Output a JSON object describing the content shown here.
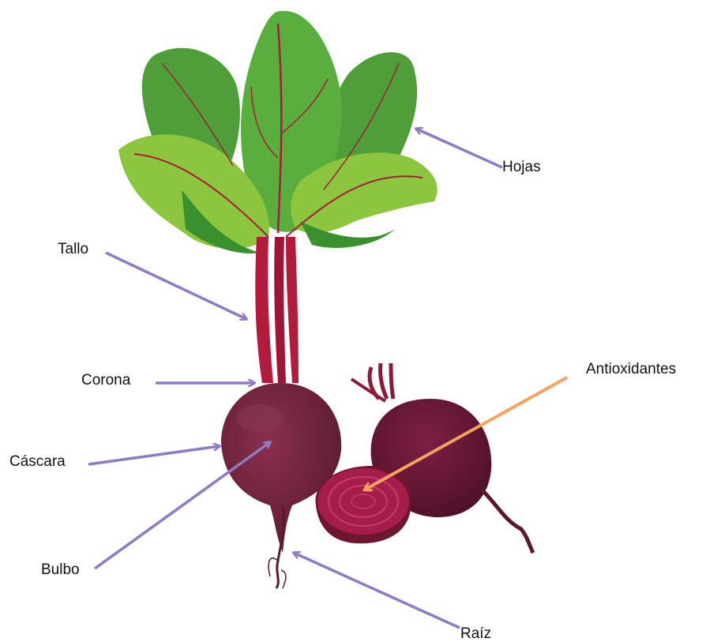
{
  "labels": {
    "hojas": "Hojas",
    "tallo": "Tallo",
    "corona": "Corona",
    "cascara": "Cáscara",
    "bulbo": "Bulbo",
    "raiz": "Raíz",
    "antioxidantes": "Antioxidantes"
  },
  "colors": {
    "arrow_primary": "#8e7cc3",
    "arrow_highlight": "#f4a460",
    "leaf_light": "#8cc63f",
    "leaf_dark": "#3a8f2e",
    "vein": "#a61e3a",
    "stem": "#b31b3c",
    "bulb": "#6e1f3a",
    "bulb_highlight": "#8a2f4e",
    "flesh": "#9b1b45",
    "root": "#5a1a2e"
  }
}
